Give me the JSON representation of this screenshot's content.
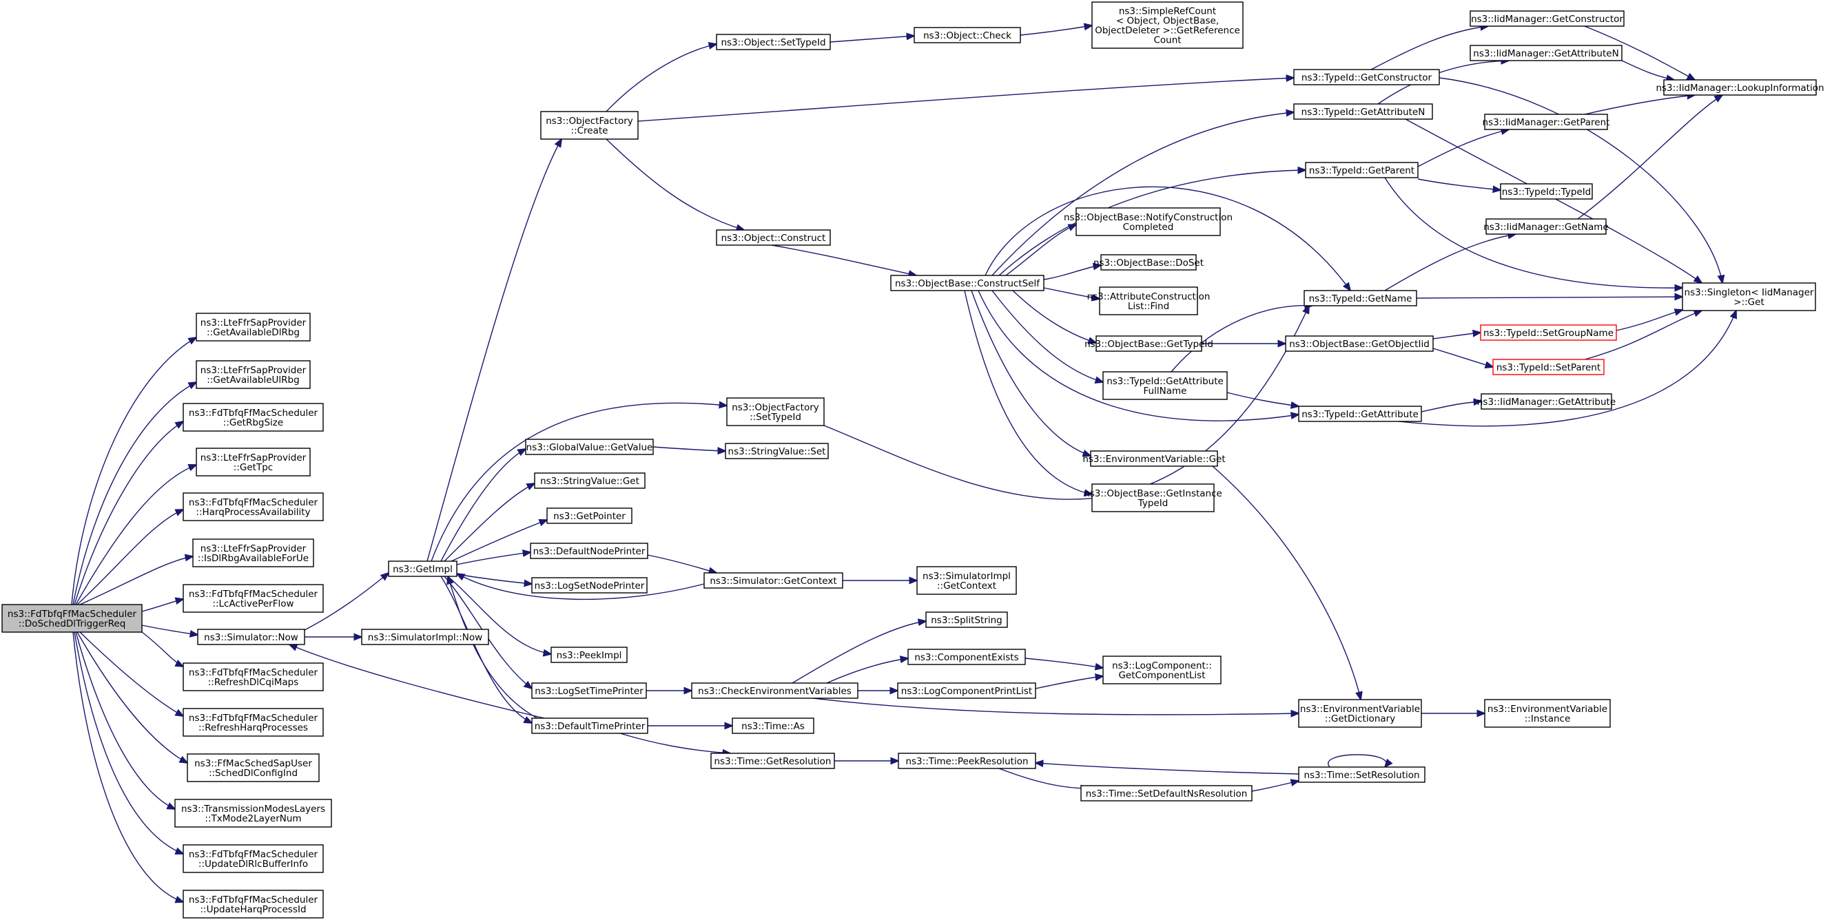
{
  "colors": {
    "edge": "#191970",
    "node_border": "#000000",
    "root_fill": "#bfbfbf",
    "highlight_border": "#ff0000"
  },
  "nodes": {
    "root": [
      "ns3::FdTbfqFfMacScheduler",
      "::DoSchedDlTriggerReq"
    ],
    "lffGDl": [
      "ns3::LteFfrSapProvider",
      "::GetAvailableDlRbg"
    ],
    "lffGUl": [
      "ns3::LteFfrSapProvider",
      "::GetAvailableUlRbg"
    ],
    "fdGetRbg": [
      "ns3::FdTbfqFfMacScheduler",
      "::GetRbgSize"
    ],
    "lffTpc": [
      "ns3::LteFfrSapProvider",
      "::GetTpc"
    ],
    "fdHarq": [
      "ns3::FdTbfqFfMacScheduler",
      "::HarqProcessAvailability"
    ],
    "lffIsDl": [
      "ns3::LteFfrSapProvider",
      "::IsDlRbgAvailableForUe"
    ],
    "fdLc": [
      "ns3::FdTbfqFfMacScheduler",
      "::LcActivePerFlow"
    ],
    "simNow": [
      "ns3::Simulator::Now"
    ],
    "fdRefCqi": [
      "ns3::FdTbfqFfMacScheduler",
      "::RefreshDlCqiMaps"
    ],
    "fdRefHarq": [
      "ns3::FdTbfqFfMacScheduler",
      "::RefreshHarqProcesses"
    ],
    "ffSched": [
      "ns3::FfMacSchedSapUser",
      "::SchedDlConfigInd"
    ],
    "txMode": [
      "ns3::TransmissionModesLayers",
      "::TxMode2LayerNum"
    ],
    "fdUpdRlc": [
      "ns3::FdTbfqFfMacScheduler",
      "::UpdateDlRlcBufferInfo"
    ],
    "fdUpdHarq": [
      "ns3::FdTbfqFfMacScheduler",
      "::UpdateHarqProcessId"
    ],
    "getImpl": [
      "ns3::GetImpl"
    ],
    "simImplNow": [
      "ns3::SimulatorImpl::Now"
    ],
    "ofCreate": [
      "ns3::ObjectFactory",
      "::Create"
    ],
    "ofSetTid": [
      "ns3::ObjectFactory",
      "::SetTypeId"
    ],
    "gvGet": [
      "ns3::GlobalValue::GetValue"
    ],
    "svGet": [
      "ns3::StringValue::Get"
    ],
    "getPtr": [
      "ns3::GetPointer"
    ],
    "defNode": [
      "ns3::DefaultNodePrinter"
    ],
    "logSetNode": [
      "ns3::LogSetNodePrinter"
    ],
    "peekImpl": [
      "ns3::PeekImpl"
    ],
    "logSetTime": [
      "ns3::LogSetTimePrinter"
    ],
    "defTime": [
      "ns3::DefaultTimePrinter"
    ],
    "objSetTid": [
      "ns3::Object::SetTypeId"
    ],
    "objConst": [
      "ns3::Object::Construct"
    ],
    "svSet": [
      "ns3::StringValue::Set"
    ],
    "simGetCtx": [
      "ns3::Simulator::GetContext"
    ],
    "checkEnv": [
      "ns3::CheckEnvironmentVariables"
    ],
    "timeAs": [
      "ns3::Time::As"
    ],
    "timeGetRes": [
      "ns3::Time::GetResolution"
    ],
    "objCheck": [
      "ns3::Object::Check"
    ],
    "obConstSelf": [
      "ns3::ObjectBase::ConstructSelf"
    ],
    "simImplCtx": [
      "ns3::SimulatorImpl",
      "::GetContext"
    ],
    "split": [
      "ns3::SplitString"
    ],
    "compExists": [
      "ns3::ComponentExists"
    ],
    "logCompPrint": [
      "ns3::LogComponentPrintList"
    ],
    "timePeek": [
      "ns3::Time::PeekResolution"
    ],
    "simpleRef": [
      "ns3::SimpleRefCount",
      "< Object, ObjectBase,",
      " ObjectDeleter >::GetReference",
      "Count"
    ],
    "obNotify": [
      "ns3::ObjectBase::NotifyConstruction",
      "Completed"
    ],
    "obDoSet": [
      "ns3::ObjectBase::DoSet"
    ],
    "attrFind": [
      "ns3::AttributeConstruction",
      "List::Find"
    ],
    "obGetTid": [
      "ns3::ObjectBase::GetTypeId"
    ],
    "tidAttrFull": [
      "ns3::TypeId::GetAttribute",
      "FullName"
    ],
    "envGet": [
      "ns3::EnvironmentVariable::Get"
    ],
    "obGetInst": [
      "ns3::ObjectBase::GetInstance",
      "TypeId"
    ],
    "logCompList": [
      "ns3::LogComponent::",
      "GetComponentList"
    ],
    "timeSetDef": [
      "ns3::Time::SetDefaultNsResolution"
    ],
    "tidGetCons": [
      "ns3::TypeId::GetConstructor"
    ],
    "tidGetAttrN": [
      "ns3::TypeId::GetAttributeN"
    ],
    "tidGetParent": [
      "ns3::TypeId::GetParent"
    ],
    "tidGetName": [
      "ns3::TypeId::GetName"
    ],
    "obGetObjTid": [
      "ns3::ObjectBase::GetObjectIid"
    ],
    "tidGetAttr": [
      "ns3::TypeId::GetAttribute"
    ],
    "envDict": [
      "ns3::EnvironmentVariable",
      "::GetDictionary"
    ],
    "timeSetRes": [
      "ns3::Time::SetResolution"
    ],
    "iidGetCons": [
      "ns3::IidManager::GetConstructor"
    ],
    "iidGetAttrN": [
      "ns3::IidManager::GetAttributeN"
    ],
    "iidGetParent": [
      "ns3::IidManager::GetParent"
    ],
    "tidTypeId": [
      "ns3::TypeId::TypeId"
    ],
    "iidGetName": [
      "ns3::IidManager::GetName"
    ],
    "tidSetGroup": [
      "ns3::TypeId::SetGroupName"
    ],
    "tidSetParent": [
      "ns3::TypeId::SetParent"
    ],
    "iidGetAttr": [
      "ns3::IidManager::GetAttribute"
    ],
    "envInst": [
      "ns3::EnvironmentVariable",
      "::Instance"
    ],
    "iidLookup": [
      "ns3::IidManager::LookupInformation"
    ],
    "singleton": [
      "ns3::Singleton< IidManager",
      " >::Get"
    ]
  }
}
